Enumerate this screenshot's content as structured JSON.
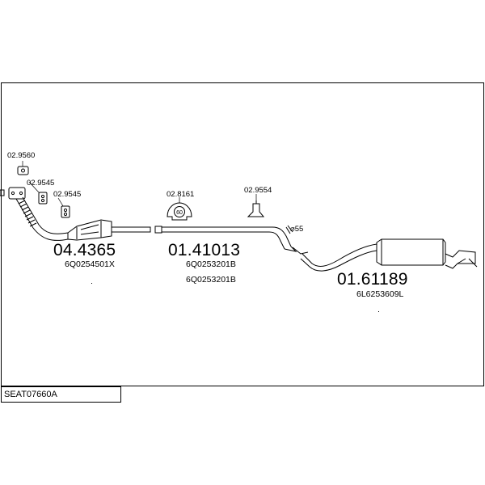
{
  "frame": {
    "code": "SEAT07660A"
  },
  "parts": {
    "front_pipe_cat": {
      "number": "04.4365",
      "oem": "6Q0254501X"
    },
    "middle_pipe": {
      "number": "01.41013",
      "oem1": "6Q0253201B",
      "oem2": "6Q0253201B"
    },
    "rear_silencer": {
      "number": "01.61189",
      "oem": "6L6253609L"
    }
  },
  "fittings": {
    "gasket_top": "02.9560",
    "mount_a": "02.9545",
    "mount_b": "02.9545",
    "clamp": "02.8161",
    "clamp_size": "60",
    "hanger": "02.9554",
    "diameter": "⌀55"
  }
}
